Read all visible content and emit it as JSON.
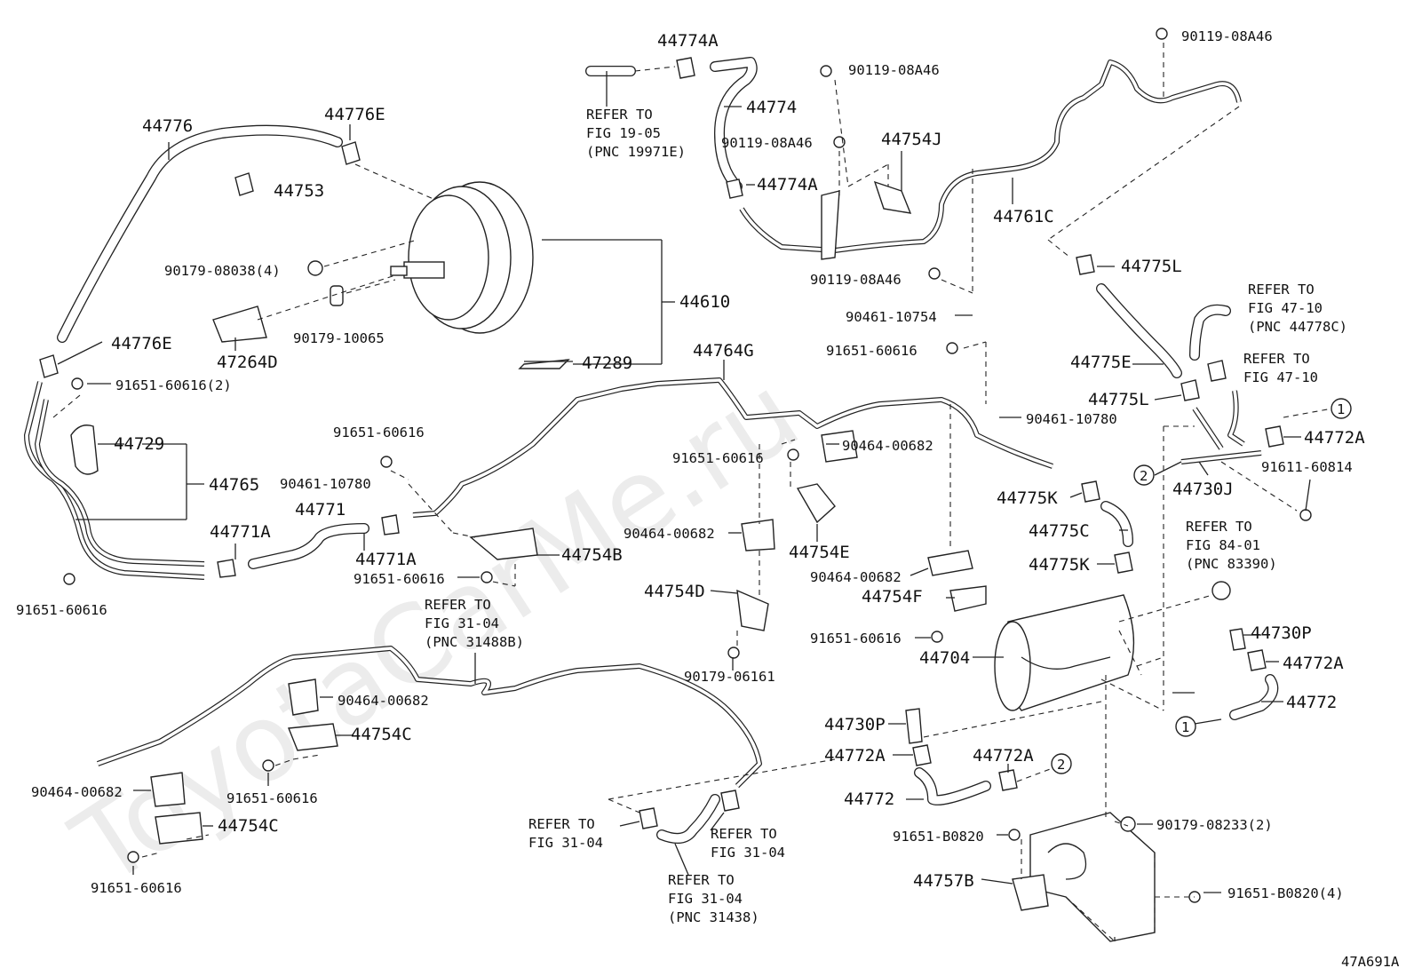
{
  "watermark": "ToyotaCarMe.ru",
  "diagram_code": "47A691A",
  "labels": {
    "l1": "44774A",
    "l2": "90119-08A46",
    "l3": "44776",
    "l4": "44776E",
    "l5": "REFER TO",
    "l6": "FIG 19-05",
    "l7": "(PNC 19971E)",
    "l8": "44774",
    "l9": "90119-08A46",
    "l10": "44753",
    "l11": "90119-08A46",
    "l12": "44754J",
    "l13": "44774A",
    "l14": "44761C",
    "l15": "90179-08038(4)",
    "l16": "44610",
    "l17": "90119-08A46",
    "l18": "44775L",
    "l19": "90179-10065",
    "l20": "90461-10754",
    "l21": "REFER TO",
    "l22": "FIG 47-10",
    "l23": "(PNC 44778C)",
    "l24": "47264D",
    "l25": "47289",
    "l26": "44764G",
    "l27": "91651-60616",
    "l28": "44776E",
    "l29": "44775E",
    "l30": "REFER TO",
    "l31": "FIG 47-10",
    "l32": "91651-60616(2)",
    "l33": "44775L",
    "l34": "44729",
    "l35": "90461-10780",
    "l36": "91651-60616",
    "l37": "90464-00682",
    "l38": "44772A",
    "l39": "44765",
    "l40": "90461-10780",
    "l41": "91651-60616",
    "l42": "44730J",
    "l43": "91611-60814",
    "l44": "44771",
    "l45": "44775K",
    "l46": "44771A",
    "l47": "44771A",
    "l48": "44754B",
    "l49": "90464-00682",
    "l50": "44754E",
    "l51": "44775C",
    "l52": "REFER TO",
    "l53": "FIG 84-01",
    "l54": "(PNC 83390)",
    "l55": "44775K",
    "l56": "91651-60616",
    "l57": "90464-00682",
    "l58": "44754D",
    "l59": "44754F",
    "l60": "91651-60616",
    "l61": "REFER TO",
    "l62": "FIG 31-04",
    "l63": "(PNC 31488B)",
    "l64": "91651-60616",
    "l65": "44730P",
    "l66": "44704",
    "l67": "44772A",
    "l68": "90179-06161",
    "l69": "90464-00682",
    "l70": "44772",
    "l71": "44754C",
    "l72": "44730P",
    "l73": "44772A",
    "l74": "44772A",
    "l75": "90464-00682",
    "l76": "91651-60616",
    "l77": "44772",
    "l78": "44754C",
    "l79": "REFER TO",
    "l80": "FIG 31-04",
    "l81": "REFER TO",
    "l82": "FIG 31-04",
    "l83": "90179-08233(2)",
    "l84": "91651-B0820",
    "l85": "REFER TO",
    "l86": "FIG 31-04",
    "l87": "(PNC 31438)",
    "l88": "91651-60616",
    "l89": "44757B",
    "l90": "91651-B0820(4)",
    "c1": "1",
    "c2": "2",
    "c3": "1",
    "c4": "2"
  }
}
